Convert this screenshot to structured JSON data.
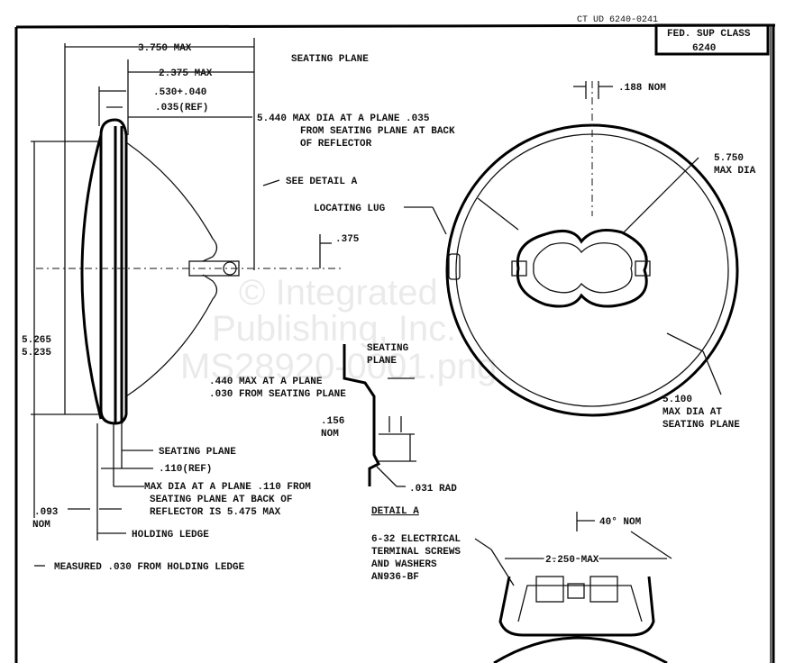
{
  "header": {
    "drawing_number": "CT UD 6240-0241",
    "fed_sup_class_label": "FED. SUP CLASS",
    "fed_sup_class_value": "6240"
  },
  "side_view": {
    "dim_overall": "3.750 MAX",
    "dim_2375": "2.375 MAX",
    "dim_530": ".530+.040",
    "dim_035": ".035(REF)",
    "seating_plane_top": "SEATING PLANE",
    "max_dia_note": [
      "5.440 MAX DIA AT A PLANE .035",
      "FROM SEATING PLANE AT BACK",
      "OF REFLECTOR"
    ],
    "see_detail": "SEE DETAIL A",
    "dim_375": ".375",
    "height_dims": [
      "5.265",
      "5.235"
    ],
    "seating_plane_bottom": "SEATING PLANE",
    "dim_110": ".110(REF)",
    "max_dia_110_note": [
      "MAX DIA AT A PLANE .110 FROM",
      "SEATING PLANE AT BACK OF",
      "REFLECTOR IS 5.475 MAX"
    ],
    "dim_093": ".093",
    "dim_093_nom": "NOM",
    "holding_ledge": "HOLDING LEDGE",
    "measured_note": "MEASURED .030 FROM HOLDING LEDGE"
  },
  "front_view": {
    "dim_188": ".188 NOM",
    "dim_5750": [
      "5.750",
      "MAX DIA"
    ],
    "locating_lug": "LOCATING LUG",
    "dim_5100": [
      "5.100",
      "MAX DIA AT",
      "SEATING PLANE"
    ]
  },
  "detail_a": {
    "seating_plane": [
      "SEATING",
      "PLANE"
    ],
    "note_440": [
      ".440 MAX AT A PLANE",
      ".030 FROM SEATING PLANE"
    ],
    "dim_156": [
      ".156",
      "NOM"
    ],
    "dim_031": ".031 RAD",
    "title": "DETAIL A"
  },
  "terminal_view": {
    "screws_note": [
      "6-32 ELECTRICAL",
      "TERMINAL SCREWS",
      "AND WASHERS",
      "AN936-BF"
    ],
    "dim_40": "40° NOM",
    "dim_2250": "2.250 MAX"
  },
  "watermark": [
    "© Integrated",
    "Publishing, Inc.",
    "MS28920-0001.png"
  ]
}
